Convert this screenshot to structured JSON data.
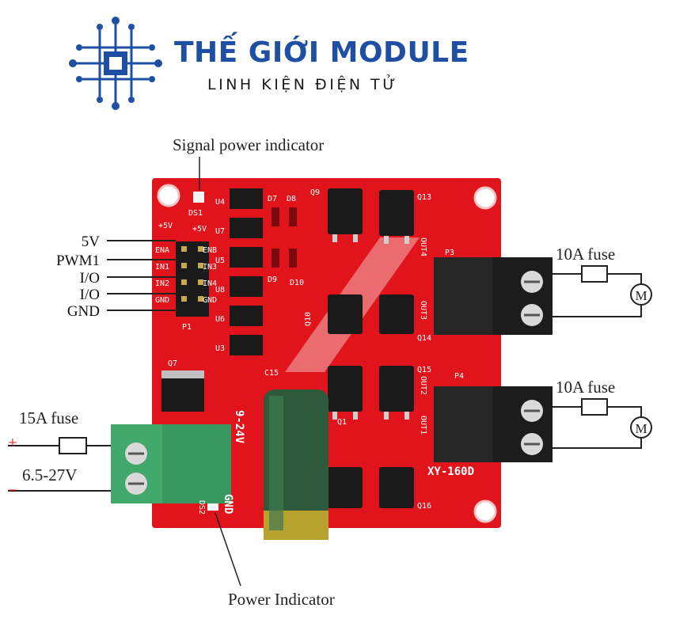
{
  "brand": {
    "title": "THẾ GIỚI MODULE",
    "subtitle": "LINH KIỆN ĐIỆN TỬ",
    "color": "#1f4fa3"
  },
  "labels": {
    "signal_indicator": "Signal power indicator",
    "power_indicator": "Power Indicator",
    "fuse_in": "15A fuse",
    "fuse_out1": "10A fuse",
    "fuse_out2": "10A fuse",
    "plus": "+",
    "minus": "−",
    "voltage": "6.5-27V",
    "motor": "M"
  },
  "pins": [
    "5V",
    "PWM1",
    "I/O",
    "I/O",
    "GND"
  ],
  "board": {
    "model": "XY-160D",
    "color": "#e0141a",
    "silk": {
      "plus5v": "+5V",
      "ds1": "DS1",
      "ds2": "DS2",
      "p1": "P1",
      "p3": "P3",
      "p4": "P4",
      "q7": "Q7",
      "c15": "C15",
      "vin": "9-24V",
      "gnd": "GND",
      "header_left": [
        "ENA",
        "IN1",
        "IN2",
        "GND"
      ],
      "header_right": [
        "ENB",
        "IN3",
        "IN4",
        "GND"
      ],
      "u": [
        "U4",
        "U7",
        "U5",
        "U8",
        "U6",
        "U3"
      ],
      "d": [
        "D7",
        "D8",
        "D9",
        "D10"
      ],
      "q_top": [
        "Q9",
        "Q13",
        "Q10",
        "Q14"
      ],
      "q_bottom": [
        "Q15",
        "Q1",
        "Q16"
      ],
      "out": [
        "OUT4",
        "OUT3",
        "OUT2",
        "OUT1"
      ]
    }
  }
}
